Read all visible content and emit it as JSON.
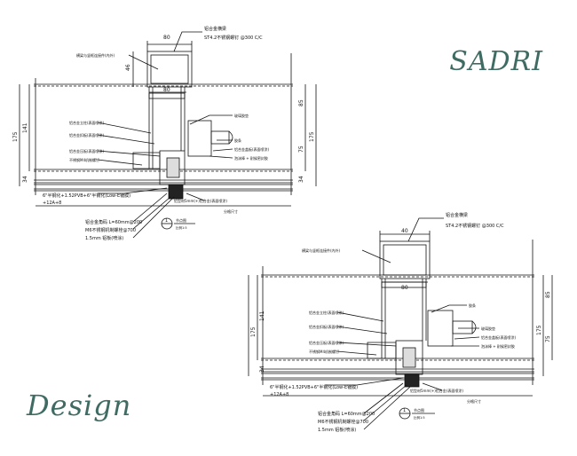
{
  "brand": {
    "top": "SADRI",
    "bottom": "Design",
    "color": "#3f6b63"
  },
  "detail_1": {
    "dims": {
      "w80_top": "80",
      "w80_bottom": "80",
      "h46": "46",
      "h141": "141",
      "h175": "175",
      "h34": "34",
      "r85": "85",
      "r75": "75",
      "r175": "175",
      "r34": "34"
    },
    "labels": {
      "top1": "铝合金横梁",
      "top2": "ST4.2不锈钢螺钉 @300 C/C",
      "left_top": "横梁与竖框连接件(内外)",
      "left1": "铝合金立柱(表面喷涂)",
      "left2": "铝合金扣板(表面喷涂)",
      "left3": "铝合金压板(表面喷涂)",
      "left4": "不锈钢M4机制螺钉",
      "right1": "玻璃胶垫",
      "right2": "胶条",
      "right3": "铝合金盖板(表面喷涂)",
      "right4": "泡沫棒 + 耐候密封胶",
      "glass": "6\"半钢化+1.52PVB+6\"半钢化(Low-E镀膜)",
      "glass2": "+12A+8",
      "bottom_mid": "铝型材5mm(+)铝合金(表面喷涂)",
      "b1": "铝合金角码 L=60mm@200",
      "b2": "M6不锈钢机制螺栓@700",
      "b3": "1.5mm 铝板(喷涂)",
      "callout_num": "1",
      "callout_title": "节点图",
      "callout_sub": "比例1:5",
      "dim_label": "分格尺寸"
    }
  },
  "detail_2": {
    "dims": {
      "w40": "40",
      "w80": "80",
      "h175": "175",
      "h141": "141",
      "h34": "34",
      "r85": "85",
      "r75": "75",
      "r175": "175"
    },
    "labels": {
      "top1": "铝合金横梁",
      "top2": "ST4.2不锈钢螺钉 @300 C/C",
      "left_top": "横梁与竖框连接件(内外)",
      "left1": "铝合金立柱(表面喷涂)",
      "left2": "铝合金扣板(表面喷涂)",
      "left3": "铝合金压板(表面喷涂)",
      "left4": "不锈钢M4机制螺钉",
      "right0": "胶条",
      "right1": "玻璃胶垫",
      "right2": "铝合金盖板(表面喷涂)",
      "right3": "泡沫棒 + 耐候密封胶",
      "glass": "6\"半钢化+1.52PVB+6\"半钢化(Low-E镀膜)",
      "glass2": "+12A+8",
      "bottom_mid": "铝型材5mm(+)铝合金(表面喷涂)",
      "b1": "铝合金角码 L=60mm@200",
      "b2": "M6不锈钢机制螺栓@700",
      "b3": "1.5mm 铝板(喷涂)",
      "callout_num": "1",
      "callout_title": "节点图",
      "callout_sub": "比例1:5",
      "dim_label": "分格尺寸"
    }
  }
}
